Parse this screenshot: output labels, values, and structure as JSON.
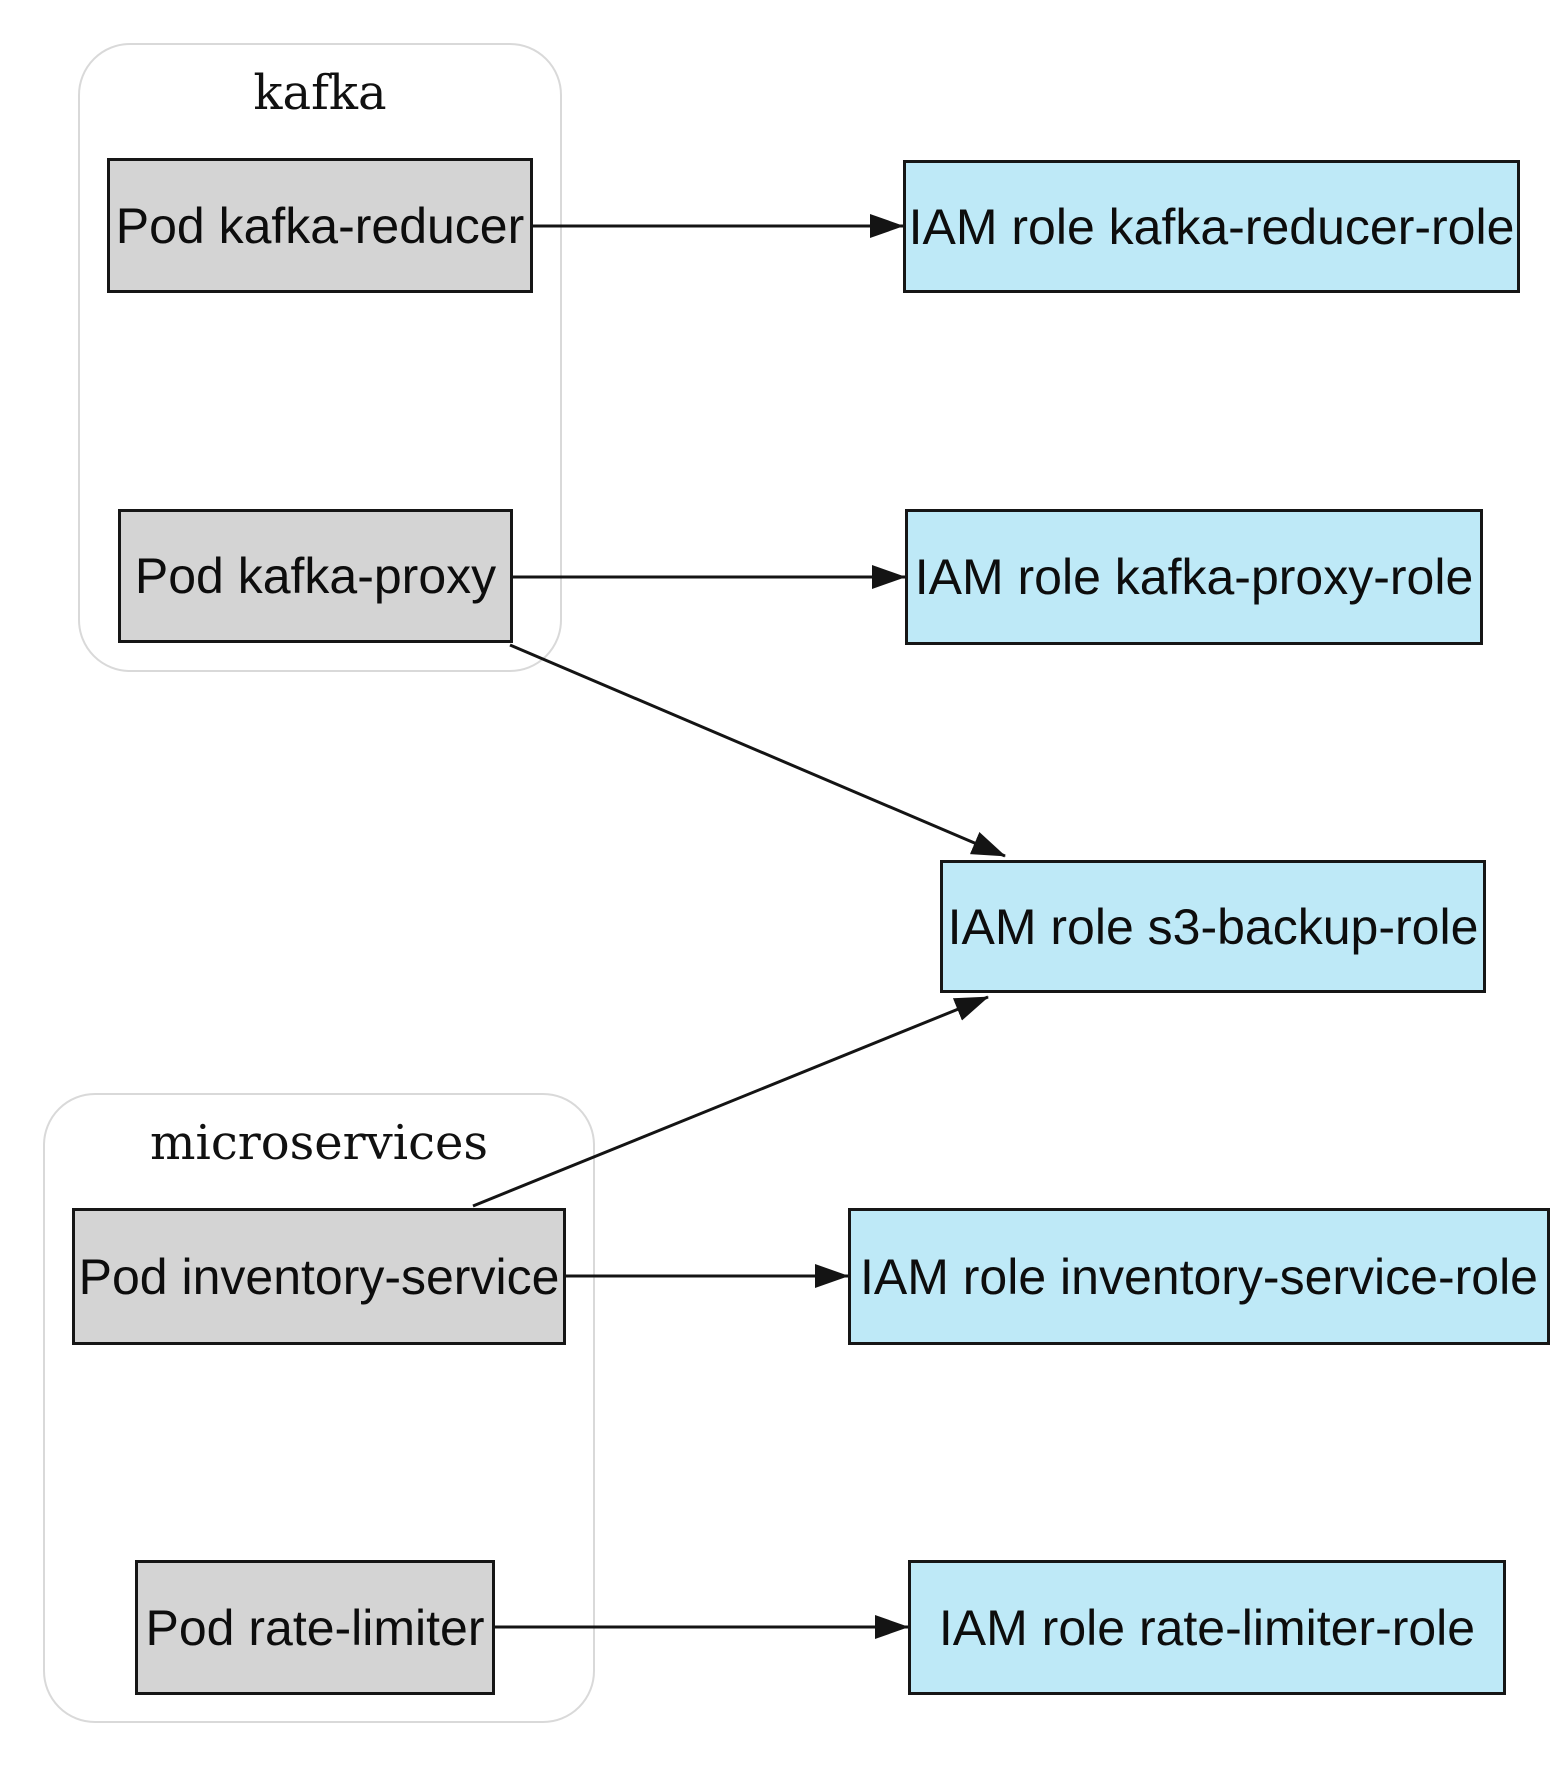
{
  "diagram": {
    "clusters": {
      "kafka": {
        "label": "kafka"
      },
      "microservices": {
        "label": "microservices"
      }
    },
    "nodes": {
      "pod_kafka_reducer": {
        "label": "Pod kafka-reducer",
        "type": "pod",
        "cluster": "kafka"
      },
      "pod_kafka_proxy": {
        "label": "Pod kafka-proxy",
        "type": "pod",
        "cluster": "kafka"
      },
      "pod_inventory_service": {
        "label": "Pod inventory-service",
        "type": "pod",
        "cluster": "microservices"
      },
      "pod_rate_limiter": {
        "label": "Pod rate-limiter",
        "type": "pod",
        "cluster": "microservices"
      },
      "role_kafka_reducer": {
        "label": "IAM role kafka-reducer-role",
        "type": "iam-role"
      },
      "role_kafka_proxy": {
        "label": "IAM role kafka-proxy-role",
        "type": "iam-role"
      },
      "role_s3_backup": {
        "label": "IAM role s3-backup-role",
        "type": "iam-role"
      },
      "role_inventory_service": {
        "label": "IAM role inventory-service-role",
        "type": "iam-role"
      },
      "role_rate_limiter": {
        "label": "IAM role rate-limiter-role",
        "type": "iam-role"
      }
    },
    "edges": [
      {
        "from": "Pod kafka-reducer",
        "to": "IAM role kafka-reducer-role"
      },
      {
        "from": "Pod kafka-proxy",
        "to": "IAM role kafka-proxy-role"
      },
      {
        "from": "Pod kafka-proxy",
        "to": "IAM role s3-backup-role"
      },
      {
        "from": "Pod inventory-service",
        "to": "IAM role s3-backup-role"
      },
      {
        "from": "Pod inventory-service",
        "to": "IAM role inventory-service-role"
      },
      {
        "from": "Pod rate-limiter",
        "to": "IAM role rate-limiter-role"
      }
    ],
    "colors": {
      "background": "#ffffff",
      "pod_fill": "#d4d4d4",
      "role_fill": "#bee9f7",
      "node_border": "#161616",
      "cluster_border": "#d9d9d9",
      "edge": "#141414"
    }
  }
}
